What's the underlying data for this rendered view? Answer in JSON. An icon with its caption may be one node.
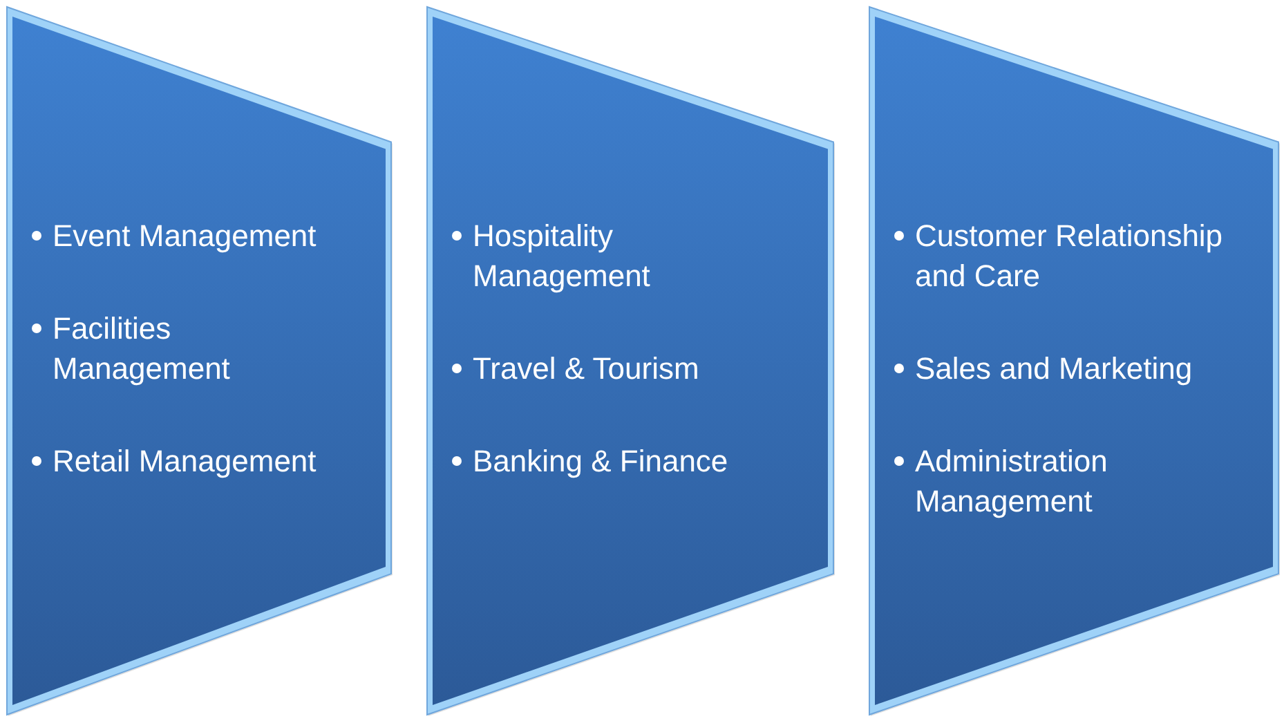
{
  "diagram": {
    "nodes": [
      {
        "text": [
          "Event Management",
          "Facilities Management",
          "Retail Management"
        ]
      },
      {
        "text": [
          "Hospitality Management",
          "Travel & Tourism",
          "Banking & Finance"
        ]
      },
      {
        "text": [
          "Customer Relationship and Care",
          "Sales and Marketing",
          "Administration Management"
        ]
      }
    ]
  }
}
